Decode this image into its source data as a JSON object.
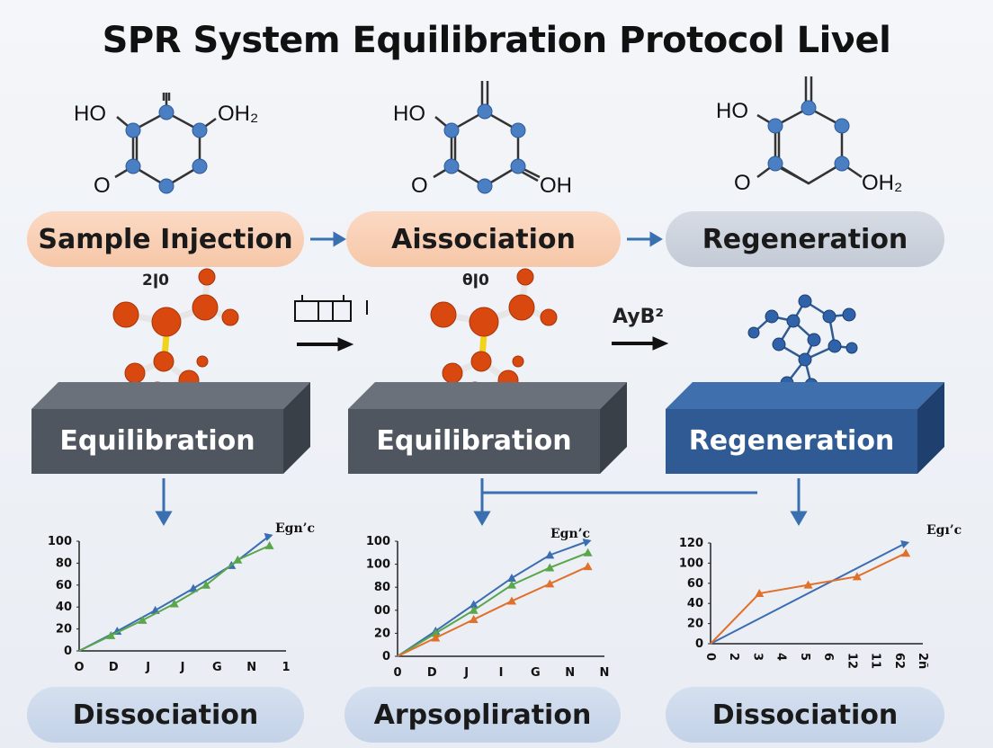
{
  "title": "SPR System Equilibration Protocol Liνel",
  "molecules": [
    {
      "left_top": "HO",
      "right_top": "OH₂",
      "left_bottom": "O",
      "right_bottom": ""
    },
    {
      "left_top": "HO",
      "right_top": "",
      "left_bottom": "O",
      "right_bottom": "OH"
    },
    {
      "left_top": "HO",
      "right_top": "",
      "left_bottom": "O",
      "right_bottom": "OH₂"
    }
  ],
  "pills_top": [
    "Sample Injection",
    "Aissociation",
    "Regeneration"
  ],
  "cluster_labels": [
    "2ǀ0",
    "θǀ0"
  ],
  "arrow_label_2": "AyB²",
  "blocks": [
    "Equilibration",
    "Equilibration",
    "Regeneration"
  ],
  "pills_bottom": [
    "Dissociation",
    "Arpsopliration",
    "Dissociation"
  ],
  "colors": {
    "block_dark": "#4f5660",
    "block_blue": "#2f5a94",
    "atom_orange": "#d9480f",
    "atom_blue": "#2f6db5",
    "series_blue": "#3b6db3",
    "series_green": "#5aa64a",
    "series_orange": "#e0702a"
  },
  "chart_data": [
    {
      "type": "line",
      "legend": "Egn’c",
      "x": [
        "O",
        "D",
        "J",
        "J",
        "G",
        "N",
        "1"
      ],
      "yticks": [
        "0",
        "20",
        "40",
        "60",
        "80",
        "100"
      ],
      "ylim": [
        0,
        100
      ],
      "series": [
        {
          "color": "#3b6db3",
          "values": [
            0,
            18,
            37,
            57,
            78,
            105
          ]
        },
        {
          "color": "#5aa64a",
          "values": [
            0,
            14,
            28,
            43,
            60,
            83,
            96
          ]
        }
      ]
    },
    {
      "type": "line",
      "legend": "Egn’c",
      "x": [
        "0",
        "D",
        "J",
        "I",
        "G",
        "N",
        "N"
      ],
      "yticks": [
        "0",
        "20",
        "00",
        "80",
        "100",
        "100"
      ],
      "ylim": [
        0,
        100
      ],
      "series": [
        {
          "color": "#3b6db3",
          "values": [
            0,
            22,
            45,
            68,
            88,
            100
          ]
        },
        {
          "color": "#5aa64a",
          "values": [
            0,
            20,
            40,
            62,
            77,
            90
          ]
        },
        {
          "color": "#e0702a",
          "values": [
            0,
            16,
            32,
            48,
            63,
            78
          ]
        }
      ]
    },
    {
      "type": "line",
      "legend": "Egı’c",
      "x": [
        "0",
        "2",
        "3",
        "4",
        "5",
        "6",
        "12",
        "11",
        "62",
        "2ñ"
      ],
      "yticks": [
        "0",
        "20",
        "40",
        "60",
        "100",
        "120"
      ],
      "ylim": [
        0,
        120
      ],
      "series": [
        {
          "color": "#3b6db3",
          "values": [
            0,
            120
          ]
        },
        {
          "color": "#e0702a",
          "values": [
            0,
            60,
            70,
            80,
            108
          ]
        }
      ]
    }
  ]
}
